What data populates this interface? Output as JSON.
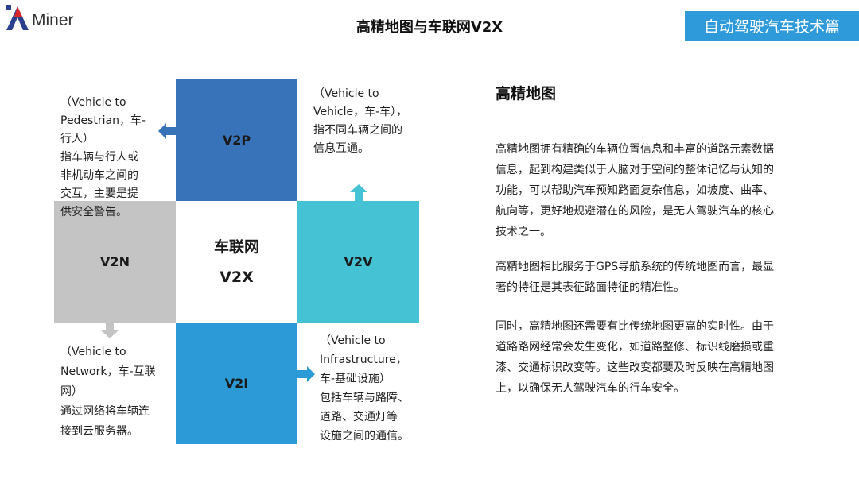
{
  "header": {
    "logo_text": "Miner",
    "title": "高精地图与车联网V2X",
    "badge": "自动驾驶汽车技术篇"
  },
  "diagram": {
    "center_line1": "车联网",
    "center_line2": "V2X",
    "v2p": {
      "label": "V2P",
      "desc": "（Vehicle to\nPedestrian，车-\n行人）\n指车辆与行人或\n非机动车之间的\n交互，主要是提\n供安全警告。"
    },
    "v2v": {
      "label": "V2V",
      "desc": "（Vehicle to\nVehicle，车-车），\n指不同车辆之间的\n信息互通。"
    },
    "v2n": {
      "label": "V2N",
      "desc": "（Vehicle to\nNetwork，车-互联\n网）\n通过网络将车辆连\n接到云服务器。"
    },
    "v2i": {
      "label": "V2I",
      "desc": "（Vehicle to\nInfrastructure，\n车-基础设施）\n包括车辆与路障、\n道路、交通灯等\n设施之间的通信。"
    },
    "colors": {
      "v2p": "#3873b9",
      "v2n": "#c4c4c4",
      "v2v": "#45c2d3",
      "v2i": "#2d9ad8"
    }
  },
  "content": {
    "section_title": "高精地图",
    "paragraph1": "高精地图拥有精确的车辆位置信息和丰富的道路元素数据\n信息，起到构建类似于人脑对于空间的整体记忆与认知的\n功能，可以帮助汽车预知路面复杂信息，如坡度、曲率、\n航向等，更好地规避潜在的风险，是无人驾驶汽车的核心\n技术之一。",
    "paragraph2": "高精地图相比服务于GPS导航系统的传统地图而言，最显\n著的特征是其表征路面特征的精准性。",
    "paragraph3": "同时，高精地图还需要有比传统地图更高的实时性。由于\n道路路网经常会发生变化，如道路整修、标识线磨损或重\n漆、交通标识改变等。这些改变都要及时反映在高精地图\n上，以确保无人驾驶汽车的行车安全。"
  }
}
